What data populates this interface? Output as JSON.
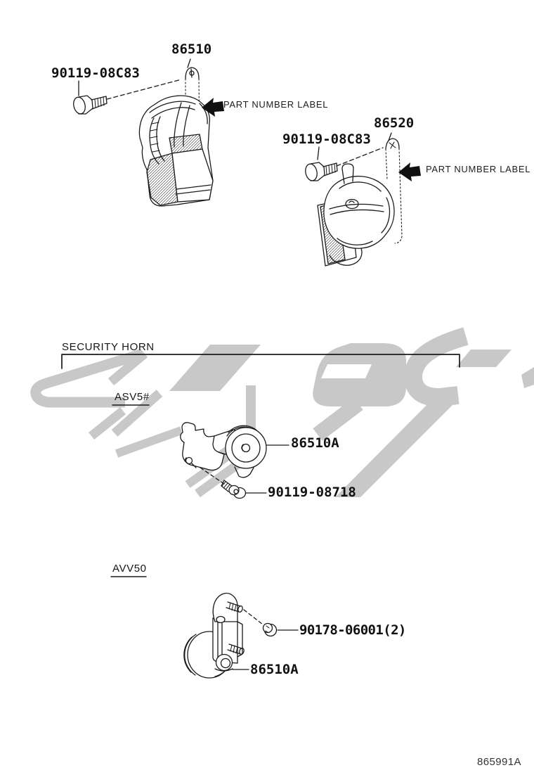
{
  "page": {
    "background": "#ffffff",
    "line_color": "#1b1b1b",
    "watermark_color": "#c8c8c8",
    "arrow_color": "#101010"
  },
  "top_left_assembly": {
    "part_number": "86510",
    "bolt_number": "90119-08C83",
    "label": "PART NUMBER LABEL"
  },
  "top_right_assembly": {
    "part_number": "86520",
    "bolt_number": "90119-08C83",
    "label": "PART NUMBER LABEL"
  },
  "security_horn": {
    "section_title": "SECURITY HORN",
    "variants": [
      {
        "model_code": "ASV5#",
        "part_number": "86510A",
        "bolt_number": "90119-08718"
      },
      {
        "model_code": "AVV50",
        "part_number": "86510A",
        "nut_number": "90178-06001(2)"
      }
    ]
  },
  "footer": {
    "diagram_code": "865991A"
  }
}
